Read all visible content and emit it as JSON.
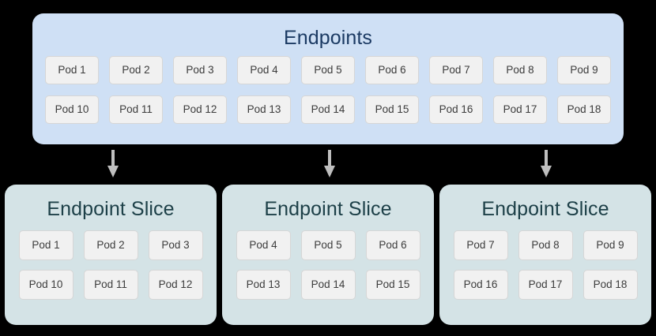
{
  "colors": {
    "page_background": "#000000",
    "endpoints_panel": "#cfe0f5",
    "endpoints_title": "#1b3a63",
    "slice_panel": "#d4e3e6",
    "slice_title": "#1d4048",
    "pod_chip_fill": "#f1f1f1",
    "pod_chip_border": "#d6d6d6",
    "pod_chip_text": "#3c3c3c",
    "arrow": "#bfbfbf"
  },
  "endpoints": {
    "title": "Endpoints",
    "rows": [
      [
        "Pod 1",
        "Pod 2",
        "Pod 3",
        "Pod 4",
        "Pod 5",
        "Pod 6",
        "Pod 7",
        "Pod 8",
        "Pod 9"
      ],
      [
        "Pod 10",
        "Pod 11",
        "Pod 12",
        "Pod 13",
        "Pod 14",
        "Pod 15",
        "Pod 16",
        "Pod 17",
        "Pod 18"
      ]
    ]
  },
  "arrows": [
    {
      "name": "arrow-to-slice-1",
      "direction": "down"
    },
    {
      "name": "arrow-to-slice-2",
      "direction": "down"
    },
    {
      "name": "arrow-to-slice-3",
      "direction": "down"
    }
  ],
  "slices": [
    {
      "title": "Endpoint Slice",
      "rows": [
        [
          "Pod 1",
          "Pod 2",
          "Pod 3"
        ],
        [
          "Pod 10",
          "Pod 11",
          "Pod 12"
        ]
      ]
    },
    {
      "title": "Endpoint Slice",
      "rows": [
        [
          "Pod 4",
          "Pod 5",
          "Pod 6"
        ],
        [
          "Pod 13",
          "Pod 14",
          "Pod 15"
        ]
      ]
    },
    {
      "title": "Endpoint Slice",
      "rows": [
        [
          "Pod 7",
          "Pod 8",
          "Pod 9"
        ],
        [
          "Pod 16",
          "Pod 17",
          "Pod 18"
        ]
      ]
    }
  ]
}
